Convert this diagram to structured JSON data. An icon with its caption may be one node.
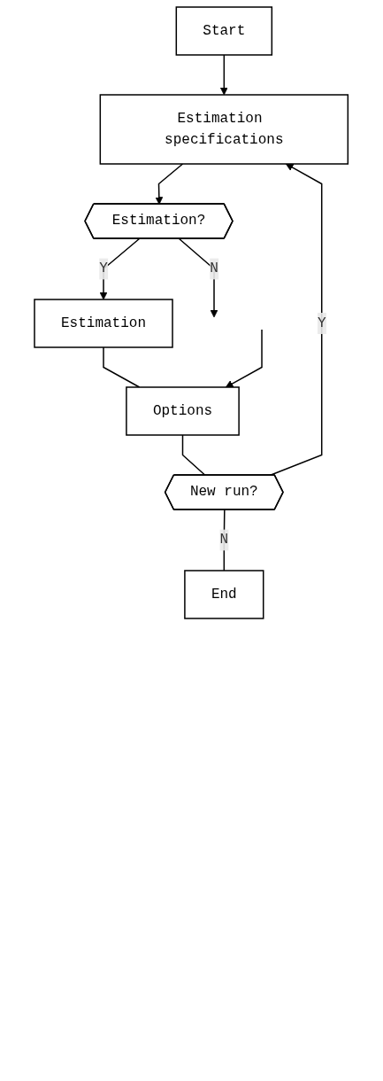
{
  "diagram": {
    "nodes": [
      {
        "text": [
          "Start"
        ]
      },
      {
        "text": [
          "Estimation specifications"
        ]
      },
      {
        "text": [
          "Estimation?"
        ]
      },
      {
        "text": [
          "Estimation"
        ]
      },
      {
        "text": [
          "Options"
        ]
      },
      {
        "text": [
          "New run?"
        ]
      },
      {
        "text": [
          "End"
        ]
      }
    ],
    "edges": [
      {
        "from": 0,
        "to": 1,
        "arrow": "to"
      },
      {
        "from": 1,
        "to": 2,
        "arrow": "to"
      },
      {
        "from": 2,
        "to": null,
        "label": "N",
        "arrow": "to"
      },
      {
        "from": 2,
        "to": 3,
        "label": "Y",
        "arrow": "to"
      },
      {
        "from": 3,
        "to": 4,
        "arrow": "none"
      },
      {
        "from": null,
        "to": 4,
        "arrow": "to"
      },
      {
        "from": 4,
        "to": 5,
        "arrow": "none"
      },
      {
        "from": 5,
        "to": 1,
        "label": "Y",
        "arrow": "to"
      },
      {
        "from": 5,
        "to": 6,
        "label": "N",
        "arrow": "none"
      }
    ]
  }
}
